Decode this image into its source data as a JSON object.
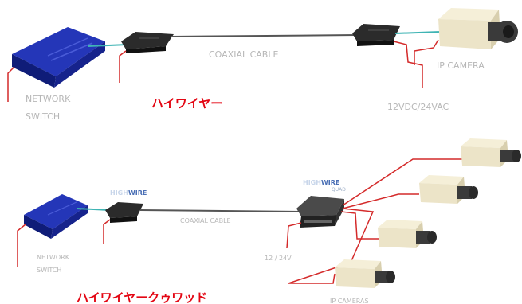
{
  "top_diagram": {
    "switch_label_line1": "NETWORK",
    "switch_label_line2": "SWITCH",
    "cable_label": "COAXIAL CABLE",
    "camera_label": "IP CAMERA",
    "power_label": "12VDC/24VAC",
    "title": "ハイワイヤー"
  },
  "bottom_diagram": {
    "switch_label_line1": "NETWORK",
    "switch_label_line2": "SWITCH",
    "adapter_brand_prefix": "HIGH",
    "adapter_brand_mid": "WIRE",
    "hub_brand_prefix": "HIGH",
    "hub_brand_mid": "WIRE",
    "hub_brand_suffix": "QUAD",
    "cable_label": "COAXIAL CABLE",
    "power_label": "12 / 24V",
    "camera_label": "IP CAMERAS",
    "title": "ハイワイヤークゥワッド"
  },
  "colors": {
    "title_red": "#e30613",
    "power_cable_red": "#d42a2a",
    "ethernet_teal": "#3fb4b4",
    "coax_gray": "#555555",
    "switch_blue": "#1a2a9a",
    "camera_beige": "#ece4c8",
    "label_gray": "#b7b7b7"
  }
}
